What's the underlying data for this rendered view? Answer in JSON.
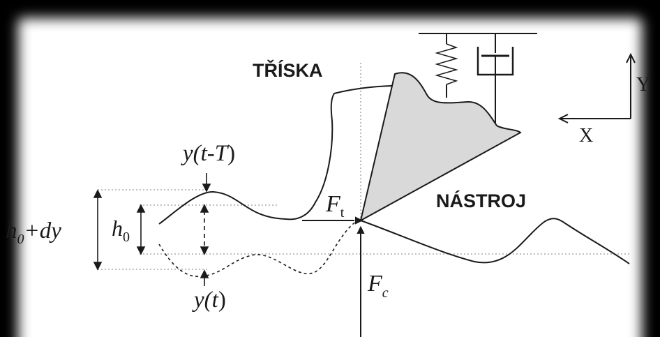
{
  "labels": {
    "chip": "TŘÍSKA",
    "tool": "NÁSTROJ",
    "axis_y": "Y",
    "axis_x": "X",
    "ft_main": "F",
    "ft_sub": "t",
    "fc_main": "F",
    "fc_sub": "c",
    "h0_main": "h",
    "h0_sub": "0",
    "h0dy_main": "h",
    "h0dy_sub": "0",
    "h0dy_rest": "+dy",
    "ytT_a": "y(",
    "ytT_b": "t-T",
    "ytT_c": ")",
    "yt_a": "y(",
    "yt_b": "t",
    "yt_c": ")"
  },
  "colors": {
    "background": "#000000",
    "panel": "#ffffff",
    "ink": "#1a1a1a",
    "tool_fill": "#d9d9d9",
    "guide": "#999999"
  }
}
